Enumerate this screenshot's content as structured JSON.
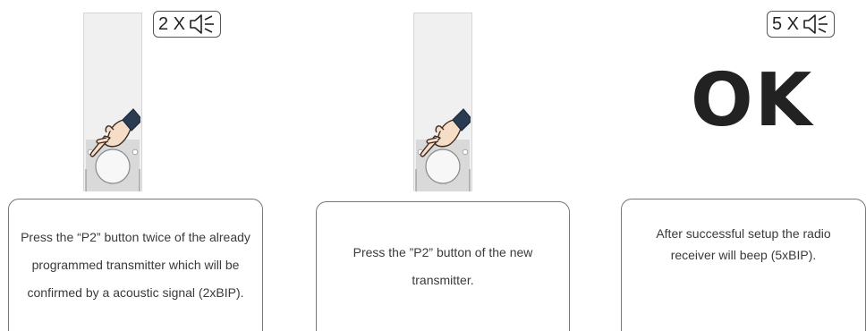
{
  "steps": [
    {
      "badge": {
        "count": "2 X",
        "icon": "speaker-icon"
      },
      "device": {
        "icon": "hand-pointer-icon"
      },
      "text": "Press the “P2” button twice of the already programmed transmitter which will be confirmed by a acoustic signal (2xBIP)."
    },
    {
      "device": {
        "icon": "hand-pointer-icon"
      },
      "text": "Press the ”P2” button of the new transmitter."
    },
    {
      "badge": {
        "count": "5 X",
        "icon": "speaker-icon"
      },
      "result": "OK",
      "text": "After successful setup the radio receiver will beep (5xBIP)."
    }
  ]
}
